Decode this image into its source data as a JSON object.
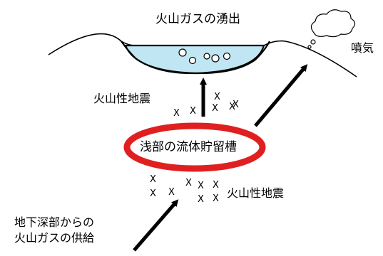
{
  "labels": {
    "gas_emission": "火山ガスの湧出",
    "fumarole": "噴気",
    "volcanic_quake_upper": "火山性地震",
    "volcanic_quake_lower": "火山性地震",
    "reservoir": "浅部の流体貯留槽",
    "deep_supply_line1": "地下深部からの",
    "deep_supply_line2": "火山ガスの供給"
  },
  "quake_mark": "X",
  "colors": {
    "crater_water": "#bfe6f2",
    "reservoir_ring": "#e02020",
    "ink": "#000000"
  }
}
